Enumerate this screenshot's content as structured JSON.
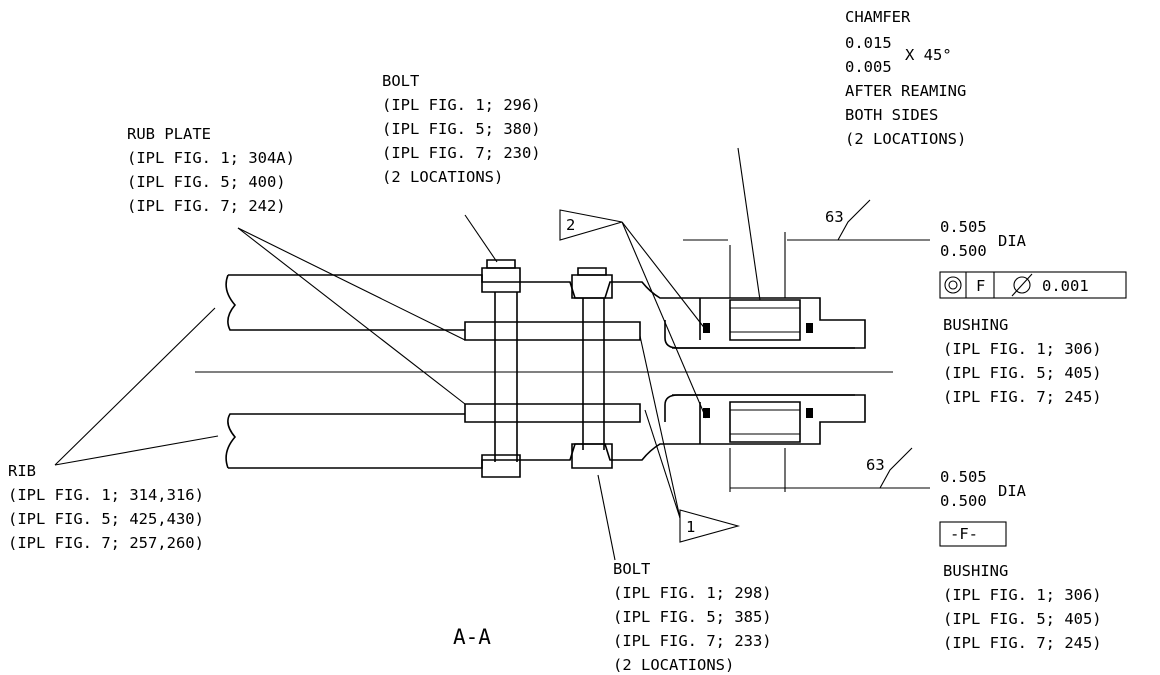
{
  "chamfer": {
    "title": "CHAMFER",
    "upper": "0.015",
    "lower": "0.005",
    "angle": "X 45°",
    "note1": "AFTER REAMING",
    "note2": "BOTH SIDES",
    "note3": "(2 LOCATIONS)"
  },
  "bolt_upper": {
    "title": "BOLT",
    "refs": [
      "(IPL FIG. 1; 296)",
      "(IPL FIG. 5; 380)",
      "(IPL FIG. 7; 230)"
    ],
    "qty": "(2 LOCATIONS)"
  },
  "rub_plate": {
    "title": "RUB PLATE",
    "refs": [
      "(IPL FIG. 1; 304A)",
      "(IPL FIG. 5; 400)",
      "(IPL FIG. 7; 242)"
    ]
  },
  "rib": {
    "title": "RIB",
    "refs": [
      "(IPL FIG. 1; 314,316)",
      "(IPL FIG. 5; 425,430)",
      "(IPL FIG. 7; 257,260)"
    ]
  },
  "bolt_lower": {
    "title": "BOLT",
    "refs": [
      "(IPL FIG. 1; 298)",
      "(IPL FIG. 5; 385)",
      "(IPL FIG. 7; 233)"
    ],
    "qty": "(2 LOCATIONS)"
  },
  "bushing_upper": {
    "title": "BUSHING",
    "refs": [
      "(IPL FIG. 1; 306)",
      "(IPL FIG. 5; 405)",
      "(IPL FIG. 7; 245)"
    ]
  },
  "bushing_lower": {
    "title": "BUSHING",
    "refs": [
      "(IPL FIG. 1; 306)",
      "(IPL FIG. 5; 405)",
      "(IPL FIG. 7; 245)"
    ]
  },
  "dim_upper": {
    "upper": "0.505",
    "lower": "0.500",
    "unit": "DIA",
    "finish": "63"
  },
  "dim_lower": {
    "upper": "0.505",
    "lower": "0.500",
    "unit": "DIA",
    "finish": "63"
  },
  "fcf": {
    "datum": "F",
    "tolerance": "0.001"
  },
  "datum_label": "-F-",
  "flag_1": "1",
  "flag_2": "2",
  "section_label": "A-A"
}
